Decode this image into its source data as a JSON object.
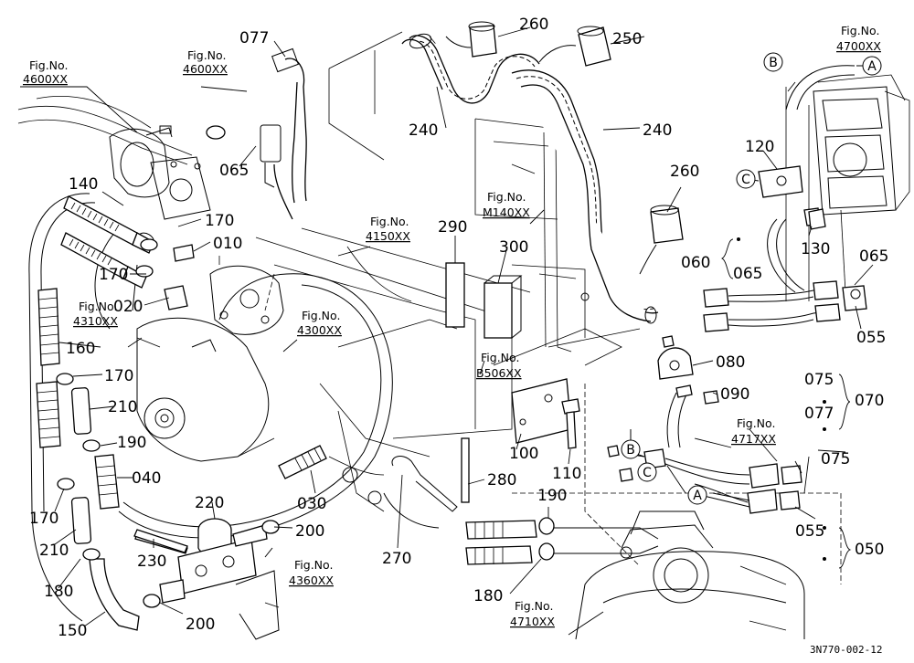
{
  "drawing_code": "3N770-002-12",
  "part_numbers": {
    "p077": "077",
    "p260a": "260",
    "p250": "250",
    "p240a": "240",
    "p240b": "240",
    "p065a": "065",
    "p140": "140",
    "p170a": "170",
    "p010": "010",
    "p170b": "170",
    "p020": "020",
    "p160": "160",
    "p170c": "170",
    "p210a": "210",
    "p190a": "190",
    "p040": "040",
    "p170d": "170",
    "p210b": "210",
    "p180a": "180",
    "p150": "150",
    "p220": "220",
    "p230": "230",
    "p200a": "200",
    "p200b": "200",
    "p030": "030",
    "p270": "270",
    "p280": "280",
    "p290": "290",
    "p300": "300",
    "p100": "100",
    "p110": "110",
    "p190b": "190",
    "p180b": "180",
    "p260b": "260",
    "p120": "120",
    "p130": "130",
    "p060": "060",
    "p065b": "065",
    "p065c": "065",
    "p055a": "055",
    "p080": "080",
    "p090": "090",
    "p075a": "075",
    "p077b": "077",
    "p070": "070",
    "p075b": "075",
    "p055b": "055",
    "p050": "050"
  },
  "fig_refs": {
    "f4600a": {
      "label": "Fig.No.",
      "code": "4600XX"
    },
    "f4600b": {
      "label": "Fig.No.",
      "code": "4600XX"
    },
    "f4700": {
      "label": "Fig.No.",
      "code": "4700XX"
    },
    "fM140": {
      "label": "Fig.No.",
      "code": "M140XX"
    },
    "f4150": {
      "label": "Fig.No.",
      "code": "4150XX"
    },
    "f4310": {
      "label": "Fig.No.",
      "code": "4310XX"
    },
    "f4300": {
      "label": "Fig.No.",
      "code": "4300XX"
    },
    "fB506": {
      "label": "Fig.No.",
      "code": "B506XX"
    },
    "f4717": {
      "label": "Fig.No.",
      "code": "4717XX"
    },
    "f4360": {
      "label": "Fig.No.",
      "code": "4360XX"
    },
    "f4710": {
      "label": "Fig.No.",
      "code": "4710XX"
    }
  },
  "connector_letters": {
    "a": "A",
    "b": "B",
    "c": "C"
  }
}
